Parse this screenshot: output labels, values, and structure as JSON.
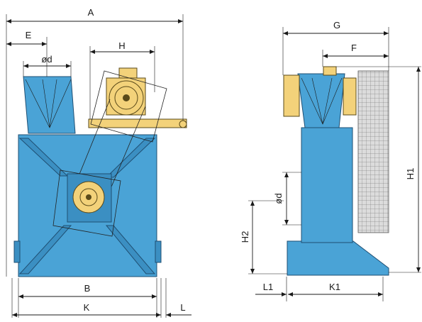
{
  "diagram": {
    "labels": {
      "A": "A",
      "E": "E",
      "d": "ød",
      "H": "H",
      "B": "B",
      "K": "K",
      "L": "L",
      "G": "G",
      "F": "F",
      "H1": "H1",
      "d2": "ød",
      "H2": "H2",
      "L1": "L1",
      "K1": "K1"
    },
    "colors": {
      "housing": "#4aa3d6",
      "motor": "#f3d27a",
      "mesh": "#d9d9d9"
    }
  }
}
